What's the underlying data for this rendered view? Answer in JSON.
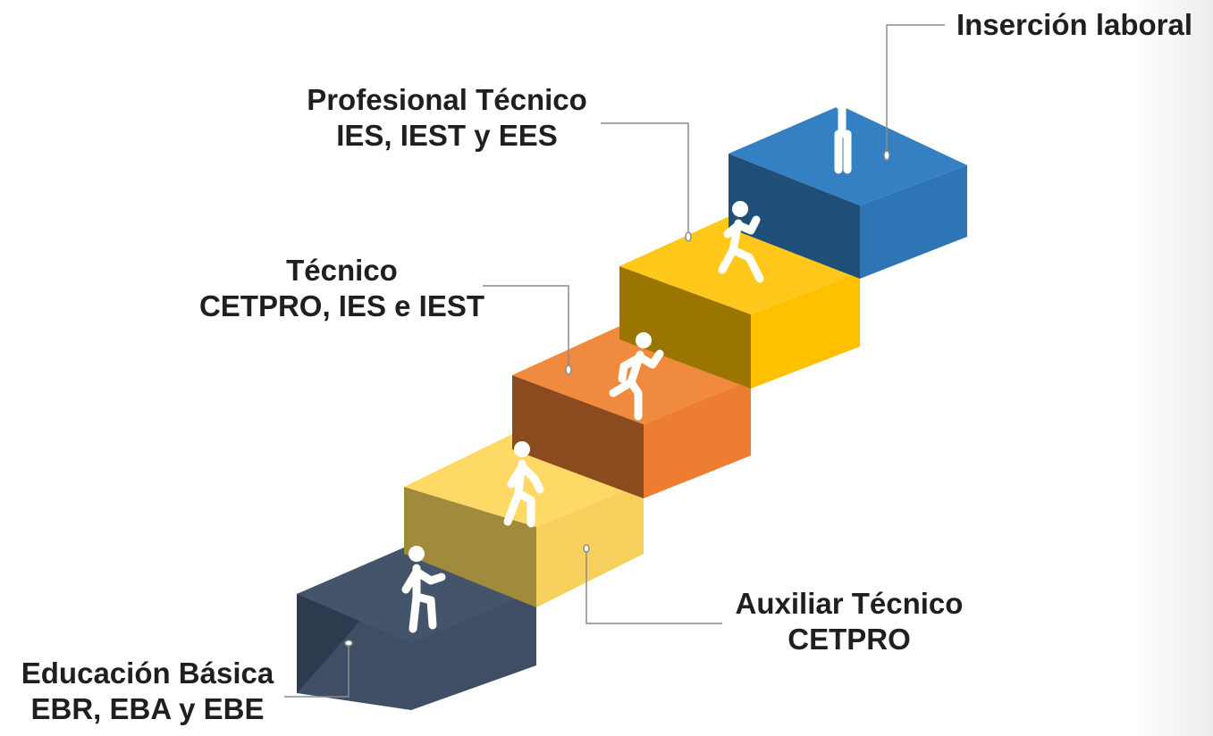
{
  "colors": {
    "step1": "#44546A",
    "step2": "#FFD966",
    "step3": "#ED7D31",
    "step4": "#FFC000",
    "step5": "#2E75B6",
    "connector": "#8c8c8c",
    "figure": "#ffffff",
    "text": "#1f1f1f"
  },
  "steps": [
    {
      "line1": "Educación Básica",
      "line2": "EBR, EBA y EBE",
      "figure": "walking-person-icon"
    },
    {
      "line1": "Auxiliar Técnico",
      "line2": "CETPRO",
      "figure": "walking-person-icon"
    },
    {
      "line1": "Técnico",
      "line2": "CETPRO, IES e IEST",
      "figure": "running-person-icon"
    },
    {
      "line1": "Profesional Técnico",
      "line2": "IES, IEST y EES",
      "figure": "running-person-icon"
    },
    {
      "line1": "Inserción laboral",
      "line2": "",
      "figure": "celebrating-person-icon"
    }
  ]
}
